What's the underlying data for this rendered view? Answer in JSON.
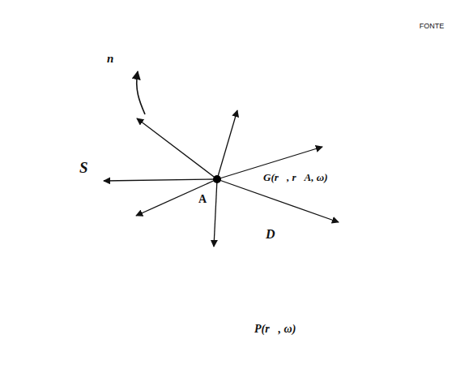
{
  "diagram": {
    "nodes": [
      {
        "text": [
          "FONTE"
        ]
      },
      {
        "text": [
          "A",
          "G(r⃗, r⃗A, ω)",
          "D"
        ]
      }
    ],
    "labels": [
      "n⃗",
      "S",
      "P(r⃗, ω)"
    ]
  }
}
